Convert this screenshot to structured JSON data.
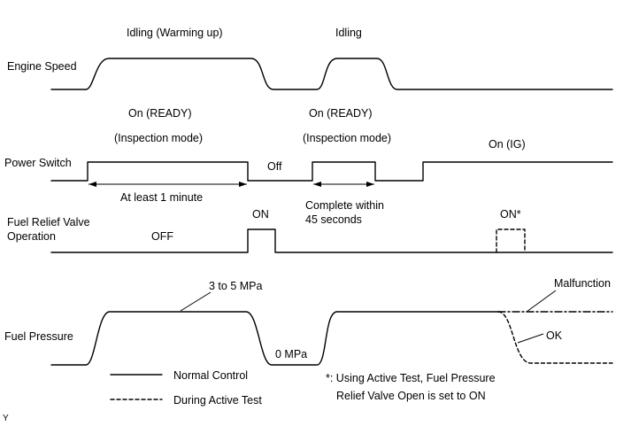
{
  "labels": {
    "engine_speed": "Engine Speed",
    "power_switch": "Power Switch",
    "fuel_relief_line1": "Fuel Relief Valve",
    "fuel_relief_line2": "Operation",
    "fuel_pressure": "Fuel Pressure"
  },
  "engine_speed": {
    "idling_warming_up": "Idling (Warming up)",
    "idling": "Idling"
  },
  "power_switch": {
    "on_ready_1": "On (READY)",
    "inspection_mode_1": "(Inspection mode)",
    "on_ready_2": "On (READY)",
    "inspection_mode_2": "(Inspection mode)",
    "off": "Off",
    "on_ig": "On (IG)",
    "at_least": "At least 1 minute",
    "complete_line1": "Complete within",
    "complete_line2": "45 seconds"
  },
  "fuel_relief": {
    "off": "OFF",
    "on": "ON",
    "on_star": "ON*"
  },
  "fuel_pressure": {
    "mpa_range": "3 to 5 MPa",
    "zero_mpa": "0 MPa",
    "malfunction": "Malfunction",
    "ok": "OK"
  },
  "legend": {
    "normal": "Normal Control",
    "active": "During Active Test"
  },
  "note": {
    "line1": "*: Using Active Test, Fuel Pressure",
    "line2": "Relief Valve Open is set to ON"
  },
  "corner_mark": "Y"
}
